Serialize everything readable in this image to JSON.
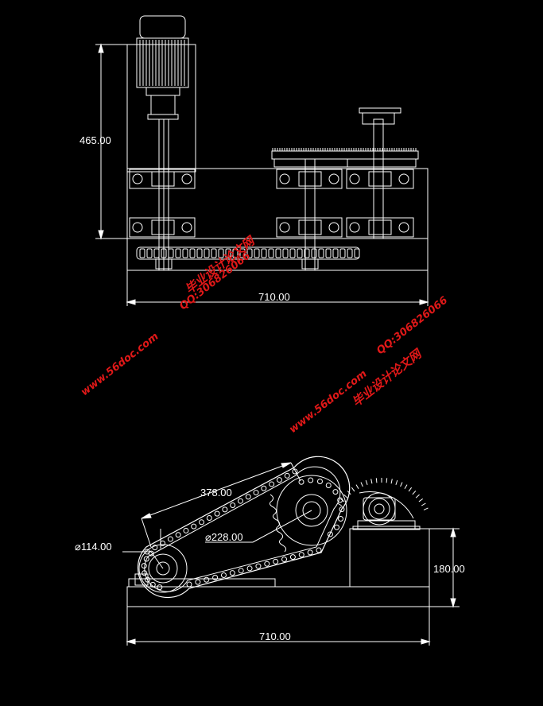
{
  "dimensions": {
    "top_height": "465.00",
    "top_width": "710.00",
    "bottom_center_distance": "378.00",
    "bottom_small_diameter": "⌀114.00",
    "bottom_large_diameter": "⌀228.00",
    "bottom_height": "180.00",
    "bottom_width": "710.00"
  },
  "watermarks": {
    "site": "www.56doc.com",
    "qq": "QQ:306826066",
    "name": "毕业设计论文网"
  },
  "colors": {
    "background": "#000000",
    "line": "#ffffff",
    "watermark": "#e01818"
  }
}
